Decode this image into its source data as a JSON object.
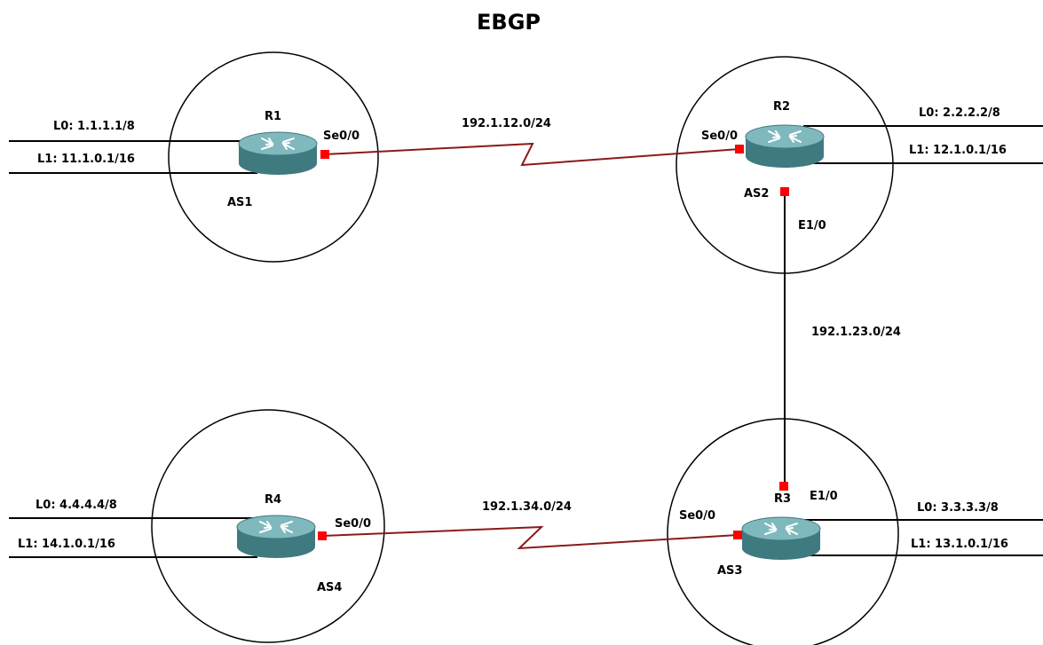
{
  "title": "EBGP",
  "colors": {
    "serial_link": "#8b1a1a",
    "ethernet_link": "#000000",
    "interface_port": "#ff0000",
    "router_body": "#3f7a80",
    "router_top": "#7fb8bd"
  },
  "routers": {
    "r1": {
      "name": "R1",
      "as": "AS1",
      "icon": "router-icon",
      "loopbacks": [
        "L0: 1.1.1.1/8",
        "L1: 11.1.0.1/16"
      ],
      "interfaces": [
        "Se0/0"
      ]
    },
    "r2": {
      "name": "R2",
      "as": "AS2",
      "icon": "router-icon",
      "loopbacks": [
        "L0: 2.2.2.2/8",
        "L1: 12.1.0.1/16"
      ],
      "interfaces": [
        "Se0/0",
        "E1/0"
      ]
    },
    "r3": {
      "name": "R3",
      "as": "AS3",
      "icon": "router-icon",
      "loopbacks": [
        "L0: 3.3.3.3/8",
        "L1: 13.1.0.1/16"
      ],
      "interfaces": [
        "Se0/0",
        "E1/0"
      ]
    },
    "r4": {
      "name": "R4",
      "as": "AS4",
      "icon": "router-icon",
      "loopbacks": [
        "L0: 4.4.4.4/8",
        "L1: 14.1.0.1/16"
      ],
      "interfaces": [
        "Se0/0"
      ]
    }
  },
  "links": {
    "r1_r2": {
      "subnet": "192.1.12.0/24",
      "type": "serial"
    },
    "r2_r3": {
      "subnet": "192.1.23.0/24",
      "type": "ethernet"
    },
    "r3_r4": {
      "subnet": "192.1.34.0/24",
      "type": "serial"
    }
  }
}
